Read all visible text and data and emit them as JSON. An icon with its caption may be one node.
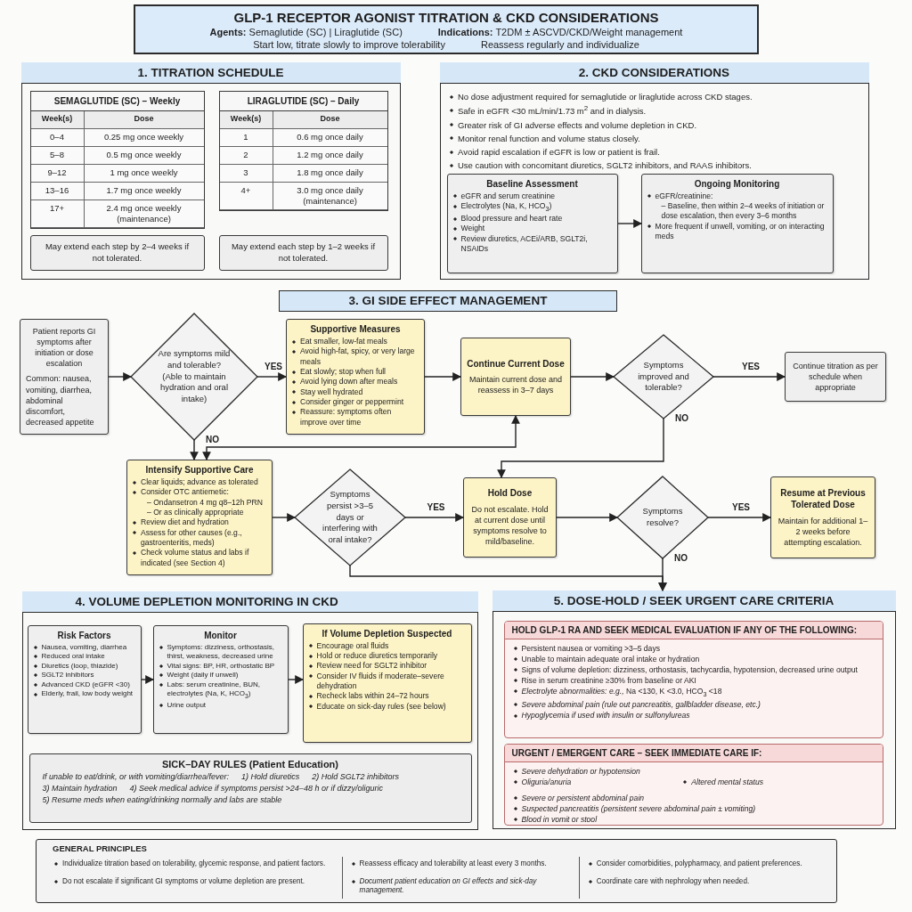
{
  "diagram": {
    "nodes": [
      {
        "text": [
          "GLP-1 RECEPTOR AGONIST TITRATION & CKD CONSIDERATIONS",
          "**Agents:** Semaglutide (SC)  |  Liraglutide (SC)",
          "**Indications:** T2DM ± ASCVD/CKD/Weight management",
          "Start low, titrate slowly to improve tolerability",
          "Reassess regularly and individualize"
        ]
      },
      {
        "text": [],
        "shape": "box"
      },
      {
        "text": [
          "1. TITRATION SCHEDULE"
        ],
        "in": 1
      },
      {
        "text": [
          "SEMAGLUTIDE (SC) – Weekly",
          "Week(s)",
          "Dose",
          "0–4",
          "0.25 mg once weekly",
          "5–8",
          "0.5 mg once weekly",
          "9–12",
          "1 mg once weekly",
          "13–16",
          "1.7 mg once weekly",
          "17+",
          "2.4 mg once weekly (maintenance)"
        ],
        "in": 1
      },
      {
        "text": [
          "May extend each step by 2–4 weeks if not tolerated."
        ],
        "in": 1
      },
      {
        "text": [
          "LIRAGLUTIDE (SC) – Daily",
          "Week(s)",
          "Dose",
          "1",
          "0.6 mg once daily",
          "2",
          "1.2 mg once daily",
          "3",
          "1.8 mg once daily",
          "4+",
          "3.0 mg once daily (maintenance)"
        ],
        "in": 1
      },
      {
        "text": [
          "May extend each step by 1–2 weeks if not tolerated."
        ],
        "in": 1
      },
      {
        "text": [
          "No dose adjustment required for semaglutide or liraglutide across CKD stages.",
          "Safe in eGFR <30 mL/min/1.73 m$^{2}$ and in dialysis.",
          "Greater risk of GI adverse effects and volume depletion in CKD.",
          "Monitor renal function and volume status closely.",
          "Avoid rapid escalation if eGFR is low or patient is frail.",
          "Use caution with concomitant diuretics, SGLT2 inhibitors, and RAAS inhibitors."
        ]
      },
      {
        "text": [
          "2. CKD CONSIDERATIONS"
        ],
        "in": 7
      },
      {
        "text": [
          "Baseline Assessment",
          "eGFR and serum creatinine",
          "Electrolytes (Na, K, HCO$_{3}$)",
          "Blood pressure and heart rate",
          "Weight",
          "Review diuretics, ACEi/ARB, SGLT2i, NSAIDs"
        ],
        "in": 7
      },
      {
        "text": [
          "Ongoing Monitoring",
          "eGFR/creatinine:",
          "– Baseline, then within 2–4 weeks of initiation or dose escalation, then every 3–6 months",
          "More frequent if unwell, vomiting, or on interacting meds"
        ],
        "in": 7
      },
      {
        "text": [
          "3. GI SIDE EFFECT MANAGEMENT"
        ]
      },
      {
        "text": [
          "Patient reports GI symptoms after initiation or dose escalation",
          "Common: nausea, vomiting, diarrhea, abdominal discomfort, decreased appetite"
        ]
      },
      {
        "text": [
          "Are symptoms mild and tolerable? (Able to maintain hydration and oral intake)"
        ]
      },
      {
        "text": [
          "Supportive Measures",
          "Eat smaller, low-fat meals",
          "Avoid high-fat, spicy, or very large meals",
          "Eat slowly; stop when full",
          "Avoid lying down after meals",
          "Stay well hydrated",
          "Consider ginger or peppermint",
          "Reassure: symptoms often improve over time"
        ]
      },
      {
        "text": [
          "Continue Current Dose",
          "Maintain current dose and reassess in 3–7 days"
        ]
      },
      {
        "text": [
          "Symptoms improved and tolerable?"
        ]
      },
      {
        "text": [
          "Continue titration as per schedule when appropriate"
        ]
      },
      {
        "text": [
          "Intensify Supportive Care",
          "Clear liquids; advance as tolerated",
          "Consider OTC antiemetic:",
          "– Ondansetron 4 mg q8–12h PRN",
          "– Or as clinically appropriate",
          "Review diet and hydration",
          "Assess for other causes (e.g., gastroenteritis, meds)",
          "Check volume status and labs if indicated (see Section 4)"
        ]
      },
      {
        "text": [
          "Symptoms persist >3–5 days or interfering with oral intake?"
        ]
      },
      {
        "text": [
          "Hold Dose",
          "Do not escalate. Hold at current dose until symptoms resolve to mild/baseline."
        ]
      },
      {
        "text": [
          "Symptoms resolve?"
        ]
      },
      {
        "text": [
          "Resume at Previous Tolerated Dose",
          "Maintain for additional 1–2 weeks before attempting escalation."
        ]
      },
      {
        "text": [],
        "shape": "box"
      },
      {
        "text": [
          "4. VOLUME DEPLETION MONITORING IN CKD"
        ],
        "in": 23
      },
      {
        "text": [
          "Risk Factors",
          "Nausea, vomiting, diarrhea",
          "Reduced oral intake",
          "Diuretics (loop, thiazide)",
          "SGLT2 inhibitors",
          "Advanced CKD (eGFR <30)",
          "Elderly, frail, low body weight"
        ],
        "in": 23
      },
      {
        "text": [
          "Monitor",
          "Symptoms: dizziness, orthostasis, thirst, weakness, decreased urine",
          "Vital signs: BP, HR, orthostatic BP",
          "Weight (daily if unwell)",
          "Labs: serum creatinine, BUN, electrolytes (Na, K, HCO$_{3}$)",
          "Urine output"
        ],
        "in": 23
      },
      {
        "text": [
          "If Volume Depletion Suspected",
          "Encourage oral fluids",
          "Hold or reduce diuretics temporarily",
          "Review need for SGLT2 inhibitor",
          "Consider IV fluids if moderate–severe dehydration",
          "Recheck labs within 24–72 hours",
          "Educate on sick-day rules (see below)"
        ],
        "in": 23
      },
      {
        "text": [
          "SICK–DAY RULES (Patient Education)",
          "If unable to eat/drink, or with vomiting/diarrhea/fever:",
          "1) Hold diuretics",
          "2) Hold SGLT2 inhibitors",
          "3) Maintain hydration",
          "4) Seek medical advice if symptoms persist >24–48 h or if dizzy/oliguric",
          "5) Resume meds when eating/drinking normally and labs are stable"
        ],
        "in": 23
      },
      {
        "text": [],
        "shape": "box"
      },
      {
        "text": [
          "5. DOSE-HOLD / SEEK URGENT CARE CRITERIA"
        ],
        "in": 29
      },
      {
        "text": [
          "HOLD GLP-1 RA AND SEEK MEDICAL EVALUATION IF ANY OF THE FOLLOWING:",
          "Persistent nausea or vomiting >3–5 days",
          "Unable to maintain adequate oral intake or hydration",
          "Signs of volume depletion: dizziness, orthostasis, tachycardia, hypotension, decreased urine output",
          "Rise in serum creatinine ≥30% from baseline or AKI",
          "*Electrolyte abnormalities: e.g.,* Na <130, K <3.0, HCO$_{3}$ <18",
          "Severe abdominal pain (rule out pancreatitis, gallbladder disease, etc.)",
          "Hypoglycemia if used with insulin or sulfonylureas"
        ],
        "in": 29
      },
      {
        "text": [
          "URGENT / EMERGENT CARE – SEEK IMMEDIATE CARE IF:",
          "Severe dehydration or hypotension",
          "Oliguria/anuria",
          "Altered mental status",
          "Severe or persistent abdominal pain",
          "Suspected pancreatitis (persistent severe abdominal pain ± vomiting)",
          "Blood in vomit or stool"
        ],
        "in": 29
      },
      {
        "text": [
          "GENERAL PRINCIPLES",
          "Individualize titration based on tolerability, glycemic response, and patient factors.",
          "Do not escalate if significant GI symptoms or volume depletion are present.",
          "Reassess efficacy and tolerability at least every 3 months.",
          "Document patient education on GI effects and sick-day management.",
          "Consider comorbidities, polypharmacy, and patient preferences.",
          "Coordinate care with nephrology when needed."
        ]
      }
    ],
    "edges": [
      {
        "from": 12,
        "to": 13,
        "arrow": "to"
      },
      {
        "from": 13,
        "to": 14,
        "arrow": "to",
        "label": "YES"
      },
      {
        "from": 13,
        "to": 18,
        "arrow": "to",
        "label": "NO"
      },
      {
        "from": 14,
        "to": 15,
        "arrow": "to"
      },
      {
        "from": 15,
        "to": 16,
        "arrow": "to"
      },
      {
        "from": 16,
        "to": 17,
        "arrow": "to",
        "label": "YES"
      },
      {
        "from": 16,
        "to": 20,
        "arrow": "to",
        "label": "NO"
      },
      {
        "from": 18,
        "to": 19,
        "arrow": "to"
      },
      {
        "from": 19,
        "to": 20,
        "arrow": "to",
        "label": "YES"
      },
      {
        "from": 20,
        "to": 21,
        "arrow": "to"
      },
      {
        "from": 21,
        "to": 22,
        "arrow": "to",
        "label": "YES"
      },
      {
        "from": 21,
        "to": 29,
        "arrow": "to",
        "label": "NO"
      },
      {
        "from": 19,
        "to": 29,
        "arrow": "to"
      },
      {
        "from": 15,
        "to": 18,
        "arrow": "both"
      },
      {
        "from": 9,
        "to": 10,
        "arrow": "to"
      },
      {
        "from": 25,
        "to": 26,
        "arrow": "to"
      },
      {
        "from": 26,
        "to": 27,
        "arrow": "to"
      }
    ]
  }
}
